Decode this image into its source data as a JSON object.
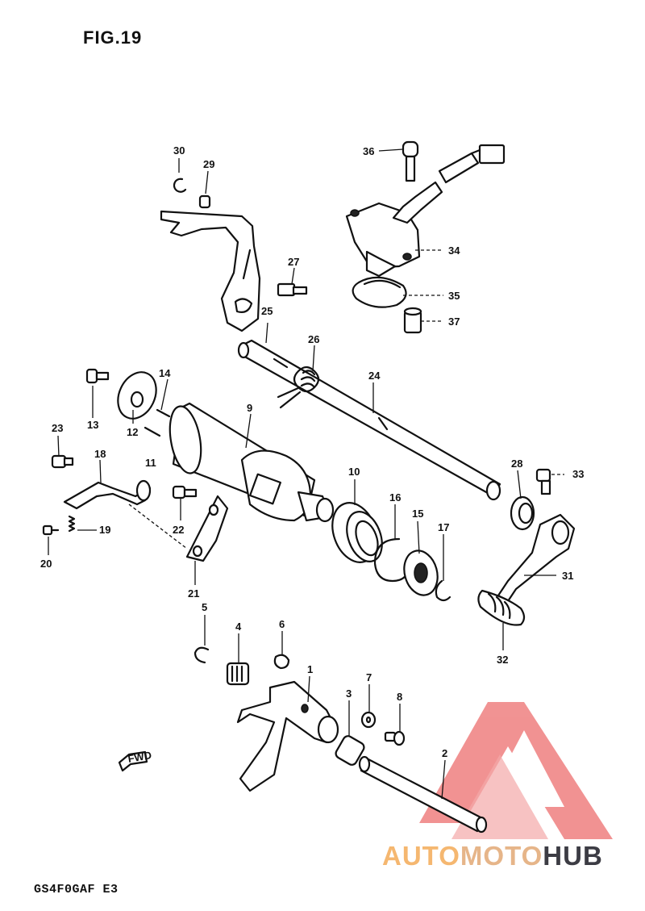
{
  "figure": {
    "title": "FIG.19",
    "model_code": "GS4F0GAF E3"
  },
  "watermark": {
    "brand_part1": "AUTO",
    "brand_part2": "MOTO",
    "brand_part3": "HUB",
    "color_logo": "#e94444",
    "color_auto": "#f5b770",
    "color_hub": "#3c3c44"
  },
  "fwd_label": "FWD",
  "callouts": [
    {
      "id": "c1",
      "label": "1"
    },
    {
      "id": "c2",
      "label": "2"
    },
    {
      "id": "c3",
      "label": "3"
    },
    {
      "id": "c4",
      "label": "4"
    },
    {
      "id": "c5",
      "label": "5"
    },
    {
      "id": "c6",
      "label": "6"
    },
    {
      "id": "c7",
      "label": "7"
    },
    {
      "id": "c8",
      "label": "8"
    },
    {
      "id": "c9",
      "label": "9"
    },
    {
      "id": "c10",
      "label": "10"
    },
    {
      "id": "c11",
      "label": "11"
    },
    {
      "id": "c12",
      "label": "12"
    },
    {
      "id": "c13",
      "label": "13"
    },
    {
      "id": "c14",
      "label": "14"
    },
    {
      "id": "c15",
      "label": "15"
    },
    {
      "id": "c16",
      "label": "16"
    },
    {
      "id": "c17",
      "label": "17"
    },
    {
      "id": "c18",
      "label": "18"
    },
    {
      "id": "c19",
      "label": "19"
    },
    {
      "id": "c20",
      "label": "20"
    },
    {
      "id": "c21",
      "label": "21"
    },
    {
      "id": "c22",
      "label": "22"
    },
    {
      "id": "c23",
      "label": "23"
    },
    {
      "id": "c24",
      "label": "24"
    },
    {
      "id": "c25",
      "label": "25"
    },
    {
      "id": "c26",
      "label": "26"
    },
    {
      "id": "c27",
      "label": "27"
    },
    {
      "id": "c28",
      "label": "28"
    },
    {
      "id": "c29",
      "label": "29"
    },
    {
      "id": "c30",
      "label": "30"
    },
    {
      "id": "c31",
      "label": "31"
    },
    {
      "id": "c32",
      "label": "32"
    },
    {
      "id": "c33",
      "label": "33"
    },
    {
      "id": "c34",
      "label": "34"
    },
    {
      "id": "c35",
      "label": "35"
    },
    {
      "id": "c36",
      "label": "36"
    },
    {
      "id": "c37",
      "label": "37"
    }
  ]
}
